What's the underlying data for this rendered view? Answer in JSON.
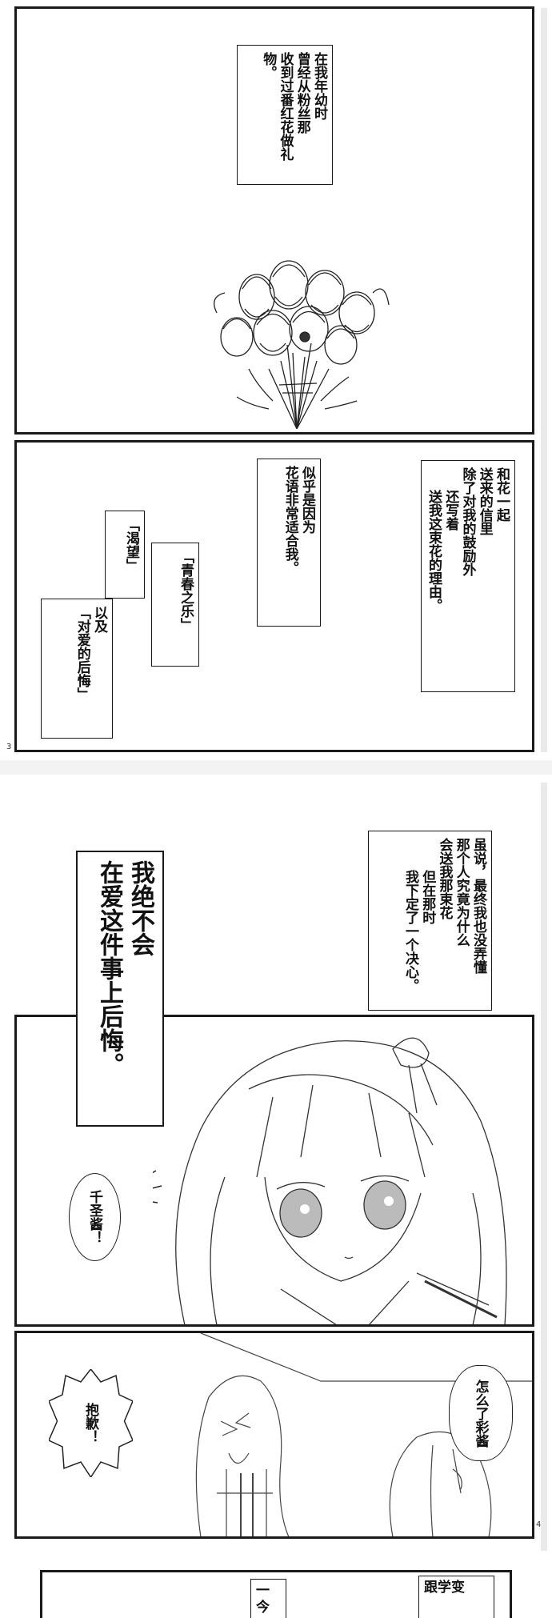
{
  "page3": {
    "page_number": "3",
    "panel1": {
      "caption": [
        "在我年幼时",
        "曾经从粉丝那",
        "收到过番红花做礼物。"
      ]
    },
    "panel2": {
      "caption_right": [
        "和花一起",
        "送来的信里",
        "除了对我的鼓励外",
        "还写着",
        "送我这束花的理由。"
      ],
      "caption_mid": [
        "似乎是因为",
        "花语非常适合我。"
      ],
      "caption_youth": [
        "「青春之乐」"
      ],
      "caption_longing": [
        "「渴望」"
      ],
      "caption_regret": [
        "以及",
        "「对爱的后悔」"
      ]
    }
  },
  "page4": {
    "page_number": "4",
    "caption_top": [
      "虽说，最终我也没弄懂",
      "那个人究竟为什么",
      "会送我那束花",
      "但在那时",
      "我下定了一个决心。"
    ],
    "caption_big": [
      "我绝不会",
      "在爱这件事上后悔。"
    ],
    "bubble_chisato": "千圣酱！",
    "bubble_sorry": "抱歉！",
    "bubble_whatsup": [
      "怎么了",
      "彩酱"
    ]
  },
  "page5": {
    "fragment_left": "一今",
    "fragment_right": "跟学变"
  }
}
